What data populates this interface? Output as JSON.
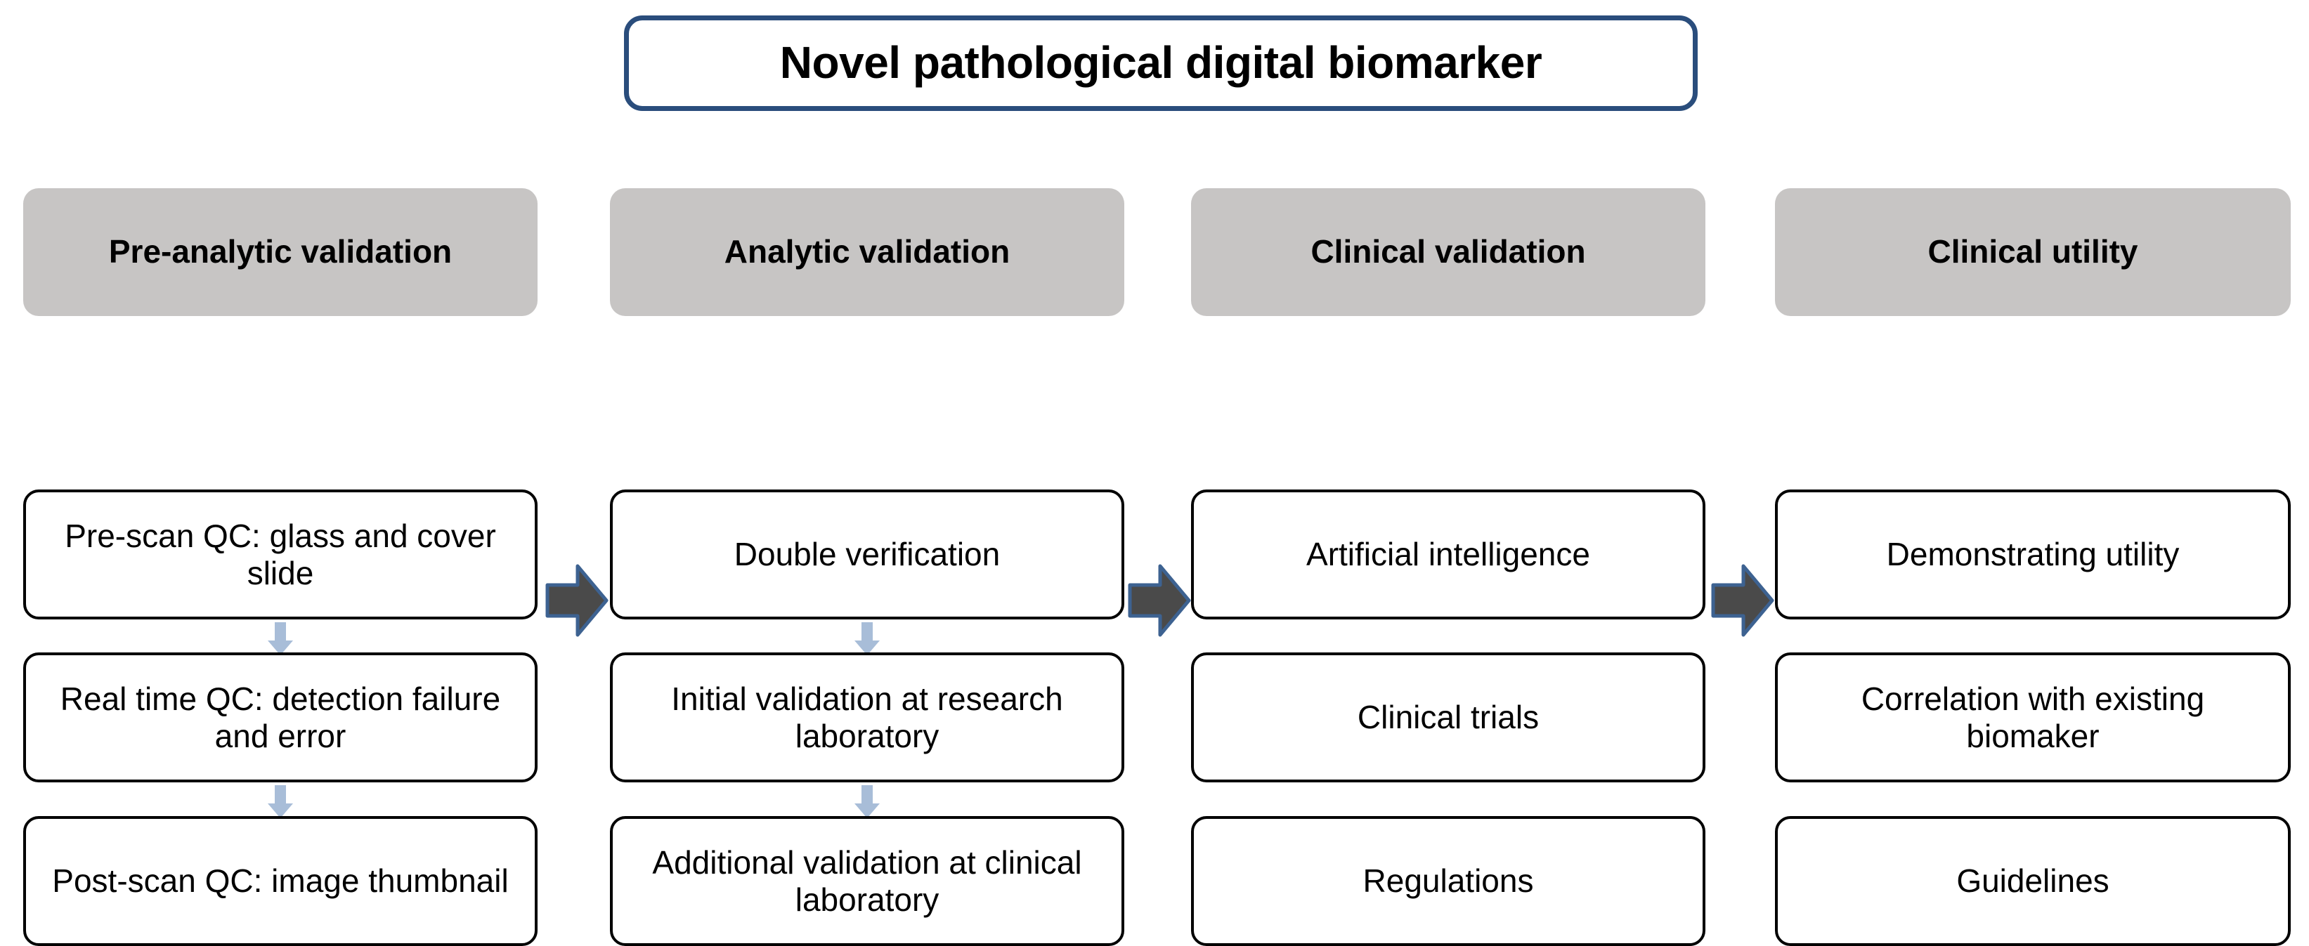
{
  "title": {
    "text": "Novel pathological digital biomarker",
    "border_color": "#2a4d7c"
  },
  "colors": {
    "header_background": "#c7c5c4",
    "cell_border": "#000000",
    "cell_background": "#ffffff",
    "down_arrow": "#a8bdd8",
    "right_arrow_fill": "#4a4a4a",
    "right_arrow_stroke": "#3d6291",
    "page_background": "#ffffff"
  },
  "columns": [
    {
      "header": "Pre-analytic validation",
      "steps": [
        "Pre-scan QC: glass and cover slide",
        "Real time QC: detection failure and error",
        "Post-scan QC: image thumbnail"
      ],
      "down_arrows": 2
    },
    {
      "header": "Analytic validation",
      "steps": [
        "Double verification",
        "Initial validation at research laboratory",
        "Additional validation at clinical laboratory"
      ],
      "down_arrows": 2
    },
    {
      "header": "Clinical validation",
      "steps": [
        "Artificial intelligence",
        "Clinical trials",
        "Regulations"
      ],
      "down_arrows": 0
    },
    {
      "header": "Clinical utility",
      "steps": [
        "Demonstrating utility",
        "Correlation with existing biomaker",
        "Guidelines"
      ],
      "down_arrows": 0
    }
  ],
  "flow_arrows": [
    {
      "name": "pre-analytic-to-analytic",
      "glyph": "right-arrow-icon"
    },
    {
      "name": "analytic-to-clinical-validation",
      "glyph": "right-arrow-icon"
    },
    {
      "name": "clinical-validation-to-clinical-utility",
      "glyph": "right-arrow-icon"
    }
  ]
}
